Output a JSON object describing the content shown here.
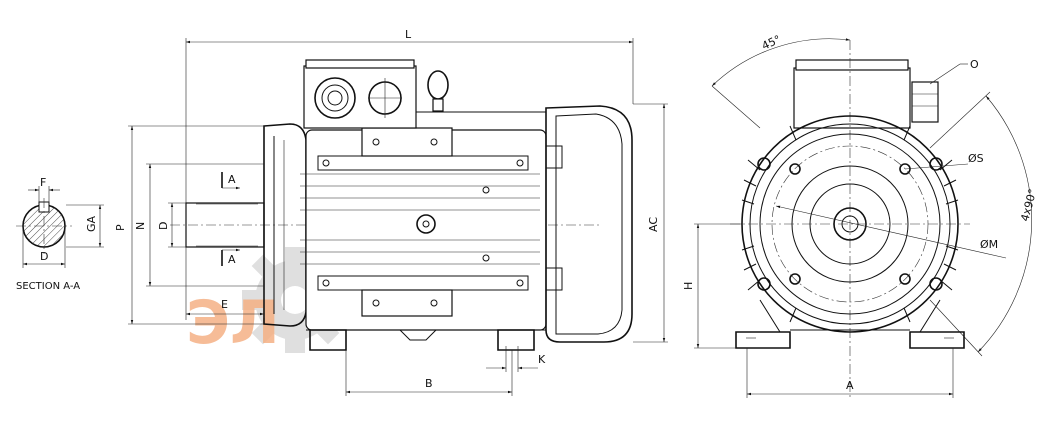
{
  "section_view": {
    "labels": {
      "F": "F",
      "GA": "GA",
      "D": "D"
    },
    "caption": "SECTION A-A"
  },
  "side_view": {
    "labels": {
      "L": "L",
      "AC": "AC",
      "P": "P",
      "N": "N",
      "D": "D",
      "E": "E",
      "B": "B",
      "K": "K",
      "A_top": "A",
      "A_bottom": "A"
    }
  },
  "end_view": {
    "labels": {
      "angle_45": "45°",
      "O": "O",
      "S": "ØS",
      "angle_4x90": "4x90°",
      "M": "ØM",
      "H": "H",
      "A": "A"
    }
  },
  "watermark": {
    "text": "ЭЛ"
  },
  "colors": {
    "line": "#111111",
    "watermark_orange": "#f4a978",
    "watermark_gray": "#d9d9d9"
  }
}
